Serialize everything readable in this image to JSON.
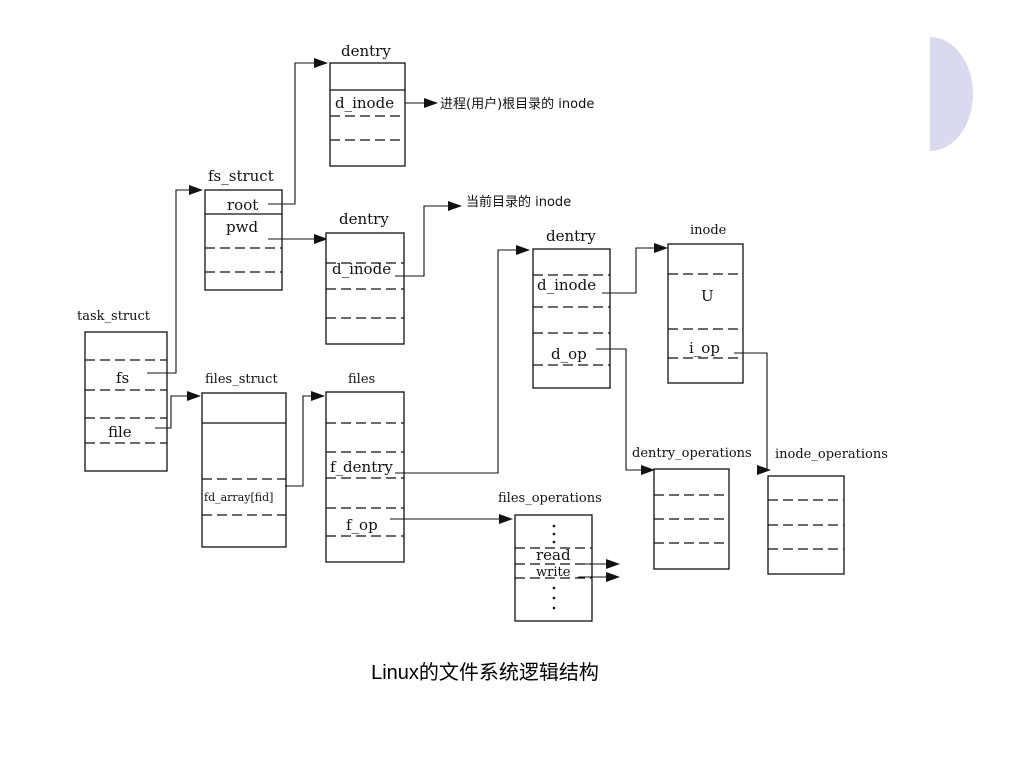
{
  "diagram": {
    "deco_color": "#d9d9ef",
    "labels": {
      "dentry_top": "dentry",
      "d_inode_top": "d_inode",
      "root_inode_note": "进程(用户)根目录的 inode",
      "fs_struct": "fs_struct",
      "root": "root",
      "pwd": "pwd",
      "dentry_mid": "dentry",
      "d_inode_mid": "d_inode",
      "cur_inode_note": "当前目录的 inode",
      "task_struct": "task_struct",
      "fs": "fs",
      "file": "file",
      "files_struct": "files_struct",
      "fd_array": "fd_array[fid]",
      "files": "files",
      "f_dentry": "f_dentry",
      "f_op": "f_op",
      "dentry_right": "dentry",
      "d_inode_right": "d_inode",
      "d_op": "d_op",
      "inode": "inode",
      "U": "U",
      "i_op": "i_op",
      "dentry_operations": "dentry_operations",
      "inode_operations": "inode_operations",
      "files_operations": "files_operations",
      "read": "read",
      "write": "write"
    }
  },
  "caption": "Linux的文件系统逻辑结构"
}
